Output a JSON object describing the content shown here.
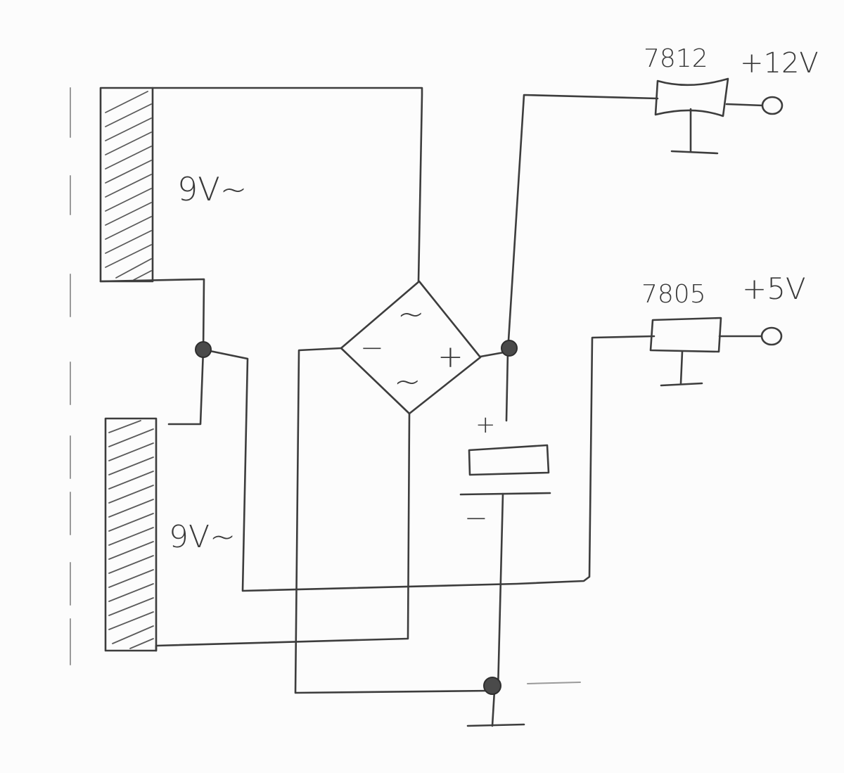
{
  "diagram": {
    "labels": {
      "top_winding": "9V~",
      "bottom_winding": "9V~",
      "regulator_12": "7812",
      "output_12": "+12V",
      "regulator_5": "7805",
      "output_5": "+5V",
      "bridge_ac_top": "~",
      "bridge_ac_bottom": "~",
      "bridge_minus": "−",
      "bridge_plus": "+",
      "cap_plus": "+",
      "cap_minus": "−"
    }
  }
}
